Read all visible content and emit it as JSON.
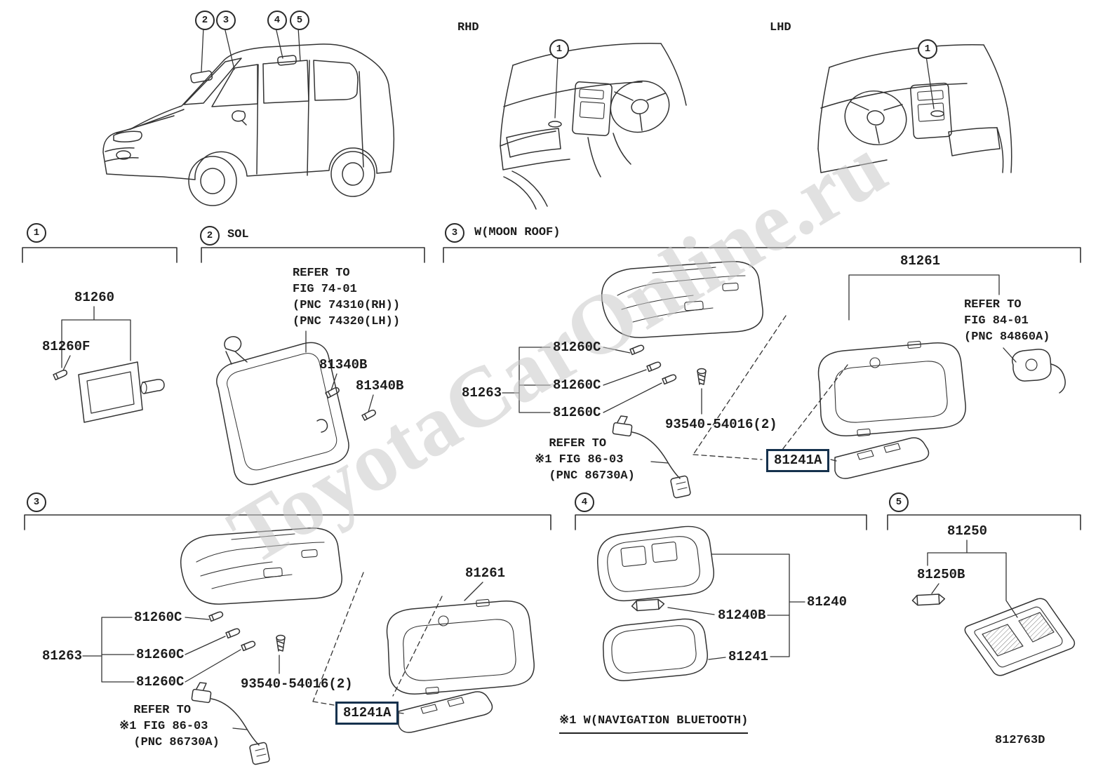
{
  "watermark": "ToyotaCarOnline.ru",
  "views": {
    "rhd": "RHD",
    "lhd": "LHD",
    "callout": "1"
  },
  "car_callouts": [
    "2",
    "3",
    "4",
    "5"
  ],
  "section1": {
    "num": "1",
    "lamp": "81260",
    "bulb": "81260F"
  },
  "section2": {
    "num": "2",
    "title": "SOL",
    "refer": "REFER TO\nFIG 74-01\n(PNC 74310(RH))\n(PNC 74320(LH))",
    "holder": "81340B",
    "bulb": "81340B"
  },
  "section3_moonroof": {
    "num": "3",
    "title": "W(MOON ROOF)",
    "assy": "81263",
    "bulb1": "81260C",
    "bulb2": "81260C",
    "bulb3": "81260C",
    "screw": "93540-54016(2)",
    "refer_connector": "  REFER TO\n※1 FIG 86-03\n  (PNC 86730A)",
    "lens": "81261",
    "refer_sensor": "REFER TO\nFIG 84-01\n(PNC 84860A)",
    "plate": "81241A"
  },
  "section3_standard": {
    "num": "3",
    "assy": "81263",
    "bulb1": "81260C",
    "bulb2": "81260C",
    "bulb3": "81260C",
    "screw": "93540-54016(2)",
    "refer_connector": "  REFER TO\n※1 FIG 86-03\n  (PNC 86730A)",
    "lens": "81261",
    "plate": "81241A"
  },
  "section4": {
    "num": "4",
    "assy": "81240",
    "bulb": "81240B",
    "lens": "81241"
  },
  "section5": {
    "num": "5",
    "assy": "81250",
    "bulb": "81250B"
  },
  "footer": {
    "note": "※1 W(NAVIGATION BLUETOOTH)",
    "diagram_id": "812763D"
  }
}
